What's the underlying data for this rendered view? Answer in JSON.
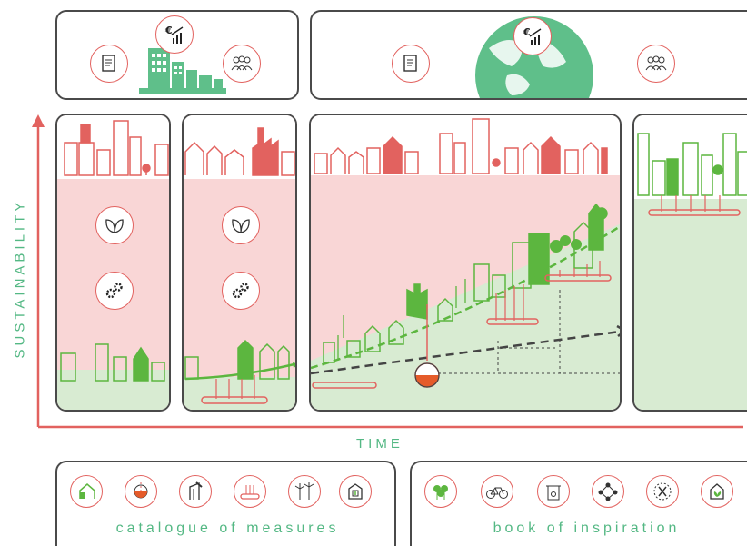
{
  "axes": {
    "y_label": "SUSTAINABILITY",
    "x_label": "TIME"
  },
  "bottom": {
    "catalogue_label": "catalogue of measures",
    "inspiration_label": "book of inspiration"
  },
  "icons": {
    "top_left": [
      "document-icon",
      "euro-growth-icon",
      "people-icon"
    ],
    "top_right": [
      "document-icon",
      "euro-growth-icon",
      "people-icon"
    ],
    "phase_icons": [
      "leaf-icon",
      "gears-icon"
    ],
    "catalogue": [
      "house-icon",
      "heat-storage-icon",
      "building-insulation-icon",
      "floor-heating-icon",
      "wind-turbine-icon",
      "battery-icon"
    ],
    "inspiration": [
      "trees-icon",
      "bicycle-icon",
      "waste-bin-icon",
      "network-icon",
      "food-icon",
      "greenhouse-icon"
    ]
  },
  "colors": {
    "red": "#e2625f",
    "pink": "#f9d6d6",
    "green": "#54b884",
    "light_green": "#d8ebd2",
    "dark_green": "#5cb63f",
    "frame": "#4a4a4a"
  }
}
